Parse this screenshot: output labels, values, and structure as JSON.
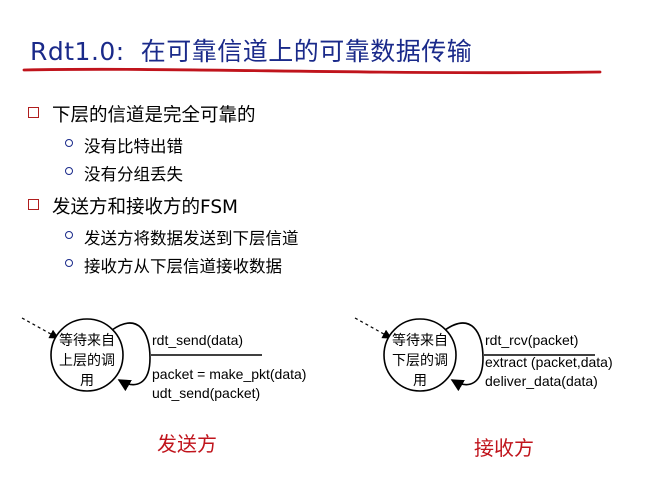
{
  "title": {
    "prefix": "Rdt1.0:",
    "text": "在可靠信道上的可靠数据传输"
  },
  "bullets": [
    {
      "text": "下层的信道是完全可靠的",
      "sub": [
        "没有比特出错",
        "没有分组丢失"
      ]
    },
    {
      "text": "发送方和接收方的FSM",
      "sub": [
        "发送方将数据发送到下层信道",
        "接收方从下层信道接收数据"
      ]
    }
  ],
  "sender": {
    "state_line1": "等待来自",
    "state_line2": "上层的调",
    "state_line3": "用",
    "event": "rdt_send(data)",
    "action1": "packet = make_pkt(data)",
    "action2": "udt_send(packet)",
    "caption": "发送方"
  },
  "receiver": {
    "state_line1": "等待来自",
    "state_line2": "下层的调",
    "state_line3": "用",
    "event": "rdt_rcv(packet)",
    "action1": "extract (packet,data)",
    "action2": "deliver_data(data)",
    "caption": "接收方"
  },
  "colors": {
    "title": "#1a2a8a",
    "underline": "#c0141c",
    "bullet_box": "#b01e1e",
    "caption": "#c0141c"
  }
}
